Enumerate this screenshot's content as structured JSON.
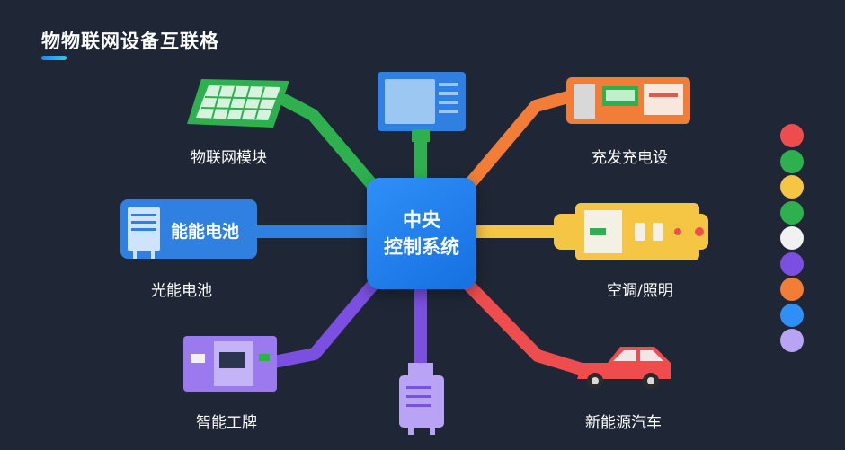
{
  "title": "物物联网设备互联格",
  "hub": {
    "line1": "中央",
    "line2": "控制系统"
  },
  "nodes": {
    "iot_module": "物联网模块",
    "solar": "光能电池",
    "solar_panel_text": "能能电池",
    "badge": "智能工牌",
    "charger": "充发充电设",
    "ac_light": "空调/照明",
    "ev": "新能源汽车"
  },
  "legend_colors": [
    "#ef4d4d",
    "#2eb04f",
    "#f5c644",
    "#2eb04f",
    "#f1f1f1",
    "#7b4fe0",
    "#f27d36",
    "#2f8ff7",
    "#b9a3f4"
  ],
  "colors": {
    "green": "#2eb04f",
    "blue": "#2f80e0",
    "orange": "#f27d36",
    "yellow": "#f5c644",
    "purple": "#7b4fe0",
    "red": "#ef4d4d",
    "background": "#1f2736"
  }
}
